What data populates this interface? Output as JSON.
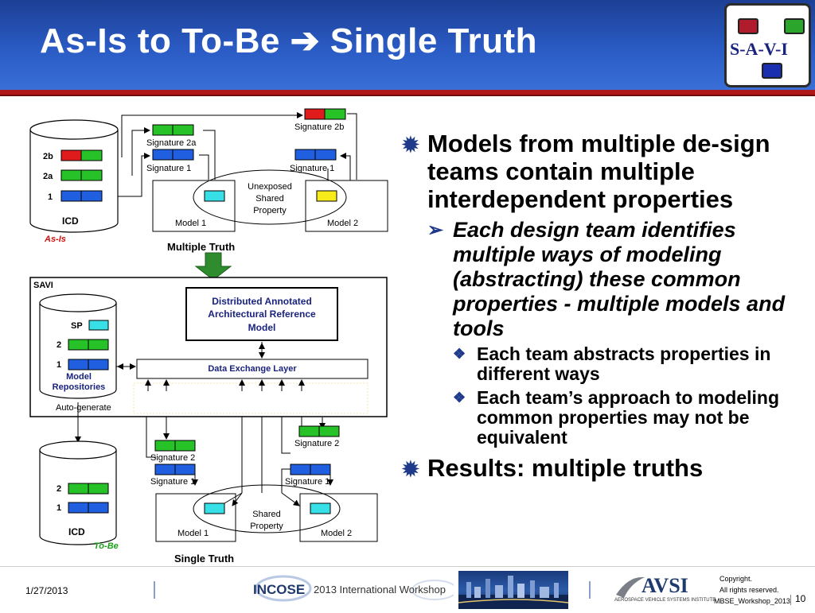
{
  "slide": {
    "title": "As-Is to To-Be ➔ Single Truth",
    "logo_text": "S-A-V-I"
  },
  "diagram": {
    "as_is": {
      "icd_rows": [
        "2b",
        "2a",
        "1"
      ],
      "icd_label": "ICD",
      "state_label": "As-Is",
      "sig_2b": "Signature 2b",
      "sig_2a": "Signature 2a",
      "sig_1_left": "Signature 1",
      "sig_1_right": "Signature 1",
      "unexposed": [
        "Unexposed",
        "Shared",
        "Property"
      ],
      "model1": "Model 1",
      "model2": "Model 2",
      "caption": "Multiple Truth"
    },
    "savi": {
      "label": "SAVI",
      "repo_rows": [
        "SP",
        "2",
        "1"
      ],
      "repo_label": [
        "Model",
        "Repositories"
      ],
      "darm": [
        "Distributed Annotated",
        "Architectural Reference",
        "Model"
      ],
      "del": "Data Exchange Layer",
      "autogen": "Auto-generate"
    },
    "to_be": {
      "icd_rows": [
        "2",
        "1"
      ],
      "icd_label": "ICD",
      "state_label": "To-Be",
      "sig_2_left": "Signature 2",
      "sig_2_right": "Signature 2",
      "sig_1_left": "Signature 1",
      "sig_1_right": "Signature 1",
      "shared": [
        "Shared",
        "Property"
      ],
      "model1": "Model 1",
      "model2": "Model 2",
      "caption": "Single Truth"
    }
  },
  "bullets": [
    {
      "level": 1,
      "text": "Models from multiple de-sign teams contain multiple interdependent properties"
    },
    {
      "level": 2,
      "text": "Each design team identifies multiple ways of modeling (abstracting) these common properties - multiple models and tools"
    },
    {
      "level": 3,
      "text": "Each team abstracts properties in different ways"
    },
    {
      "level": 3,
      "text": "Each team’s approach to modeling common properties may not be equivalent"
    },
    {
      "level": 1,
      "text": "Results: multiple truths"
    }
  ],
  "footer": {
    "date": "1/27/2013",
    "incose": "INCOSE",
    "workshop": "2013 International Workshop",
    "avsi": "AVSI",
    "avsi_sub": "AEROSPACE VEHICLE SYSTEMS INSTITUTE",
    "copyright": "Copyright.",
    "rights": "All rights reserved.",
    "file": "MBSE_Workshop_2013",
    "page": "10"
  },
  "colors": {
    "sig_red": "#e01b1b",
    "sig_green": "#27c227",
    "sig_blue": "#1f5fe0",
    "sp_cyan": "#36e0e6",
    "yellow": "#f7ec1a",
    "as_is_red": "#d01010",
    "to_be_green": "#1aa01a"
  }
}
